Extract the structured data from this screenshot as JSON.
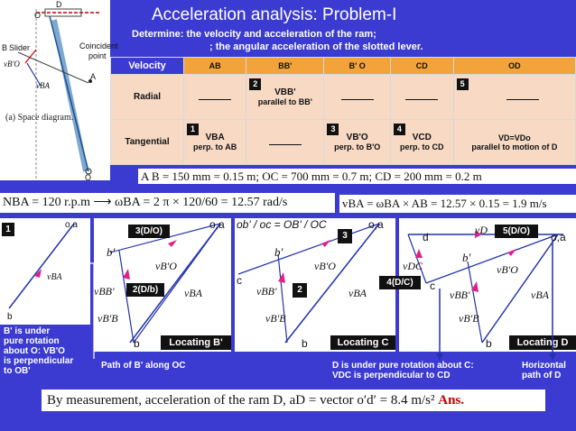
{
  "title": "Acceleration analysis: Problem-I",
  "subtitle_line1": "Determine: the velocity and acceleration of the ram;",
  "subtitle_line2": "; the angular acceleration of the slotted lever.",
  "space_diagram": {
    "caption": "(a) Space diagram.",
    "labels": {
      "d": "D",
      "o_top": "O",
      "b": "B",
      "slider": "Slider",
      "coincident": "Coincident",
      "point": "point",
      "vbo": "vB'O",
      "vba": "vBA",
      "a": "A",
      "o_bottom": "O"
    }
  },
  "velocity_table": {
    "header": [
      "Velocity",
      "AB",
      "BB'",
      "B' O",
      "CD",
      "OD"
    ],
    "rows": [
      {
        "label": "Radial",
        "cells": [
          {
            "text": "",
            "dash": true
          },
          {
            "badge": "2",
            "text": "VBB'",
            "sub": "parallel  to BB'"
          },
          {
            "text": "",
            "dash": true
          },
          {
            "text": "",
            "dash": true
          },
          {
            "badge": "5",
            "text": "",
            "dash": true
          }
        ]
      },
      {
        "label": "Tangential",
        "cells": [
          {
            "badge": "1",
            "text": "VBA",
            "sub": "perp. to AB"
          },
          {
            "text": "",
            "dash": true
          },
          {
            "badge": "3",
            "text": "VB'O",
            "sub": "perp. to B'O"
          },
          {
            "badge": "4",
            "text": "VCD",
            "sub": "perp. to CD"
          },
          {
            "text": "VD=VDo",
            "sub": "parallel to motion of D"
          }
        ]
      }
    ]
  },
  "dimensions": "A B = 150  mm = 0.15  m;  OC = 700  mm = 0.7  m;  CD = 200  mm = 0.2  m",
  "equation_omega": "NBA = 120 r.p.m ⟶ ωBA = 2 π × 120/60 = 12.57 rad/s",
  "equation_vba": "vBA = ωBA × AB = 12.57 × 0.15 = 1.9  m/s",
  "ratio_text": "ob' / oc = OB' / OC",
  "panels": {
    "p1": {
      "badge": "1",
      "oa": "o,a",
      "vba": "vBA",
      "b": "b"
    },
    "p2": {
      "badge": "3(D/O)",
      "oa": "o,a",
      "bp": "b'",
      "vbo": "vB'O",
      "badge2": "2(D/b)",
      "vbb": "vBB'",
      "vba": "vBA",
      "vbpb": "vB'B",
      "b": "b",
      "locate": "Locating B'"
    },
    "p3": {
      "badge": "3",
      "oa": "o,a",
      "bp": "b'",
      "vbo": "vB'O",
      "c": "c",
      "vbb": "vBB'",
      "badge2": "2",
      "vba": "vBA",
      "vbpb": "vB'B",
      "b": "b",
      "locate": "Locating C"
    },
    "p4": {
      "badge": "5(D/O)",
      "d": "d",
      "vd": "vD",
      "oa": "o,a",
      "bp": "b'",
      "vdc": "vDC",
      "vbo": "vB'O",
      "badge2": "4(D/C)",
      "c": "c",
      "vbb": "vBB'",
      "vba": "vBA",
      "vbpb": "vB'B",
      "b": "b",
      "locate": "Locating D"
    }
  },
  "notes": {
    "n1": [
      "B' is under",
      "pure rotation",
      "about O: VB'O",
      "is perpendicular",
      "to OB'"
    ],
    "n2": "Path of B' along OC",
    "n3": [
      "D is under pure rotation about C:",
      "VDC  is perpendicular to CD"
    ],
    "n4": [
      "Horizontal",
      "path of D"
    ]
  },
  "final": {
    "text": "By measurement, acceleration of the ram D, aD = vector o′d′ = 8.4 m/s²",
    "ans": "Ans."
  },
  "colors": {
    "background": "#3b3bd1",
    "table_header": "#f2a33a",
    "table_cell": "#f7d9c4",
    "vector_blue": "#2233aa",
    "arrow_magenta": "#e0208a",
    "answer_red": "#c00000"
  }
}
